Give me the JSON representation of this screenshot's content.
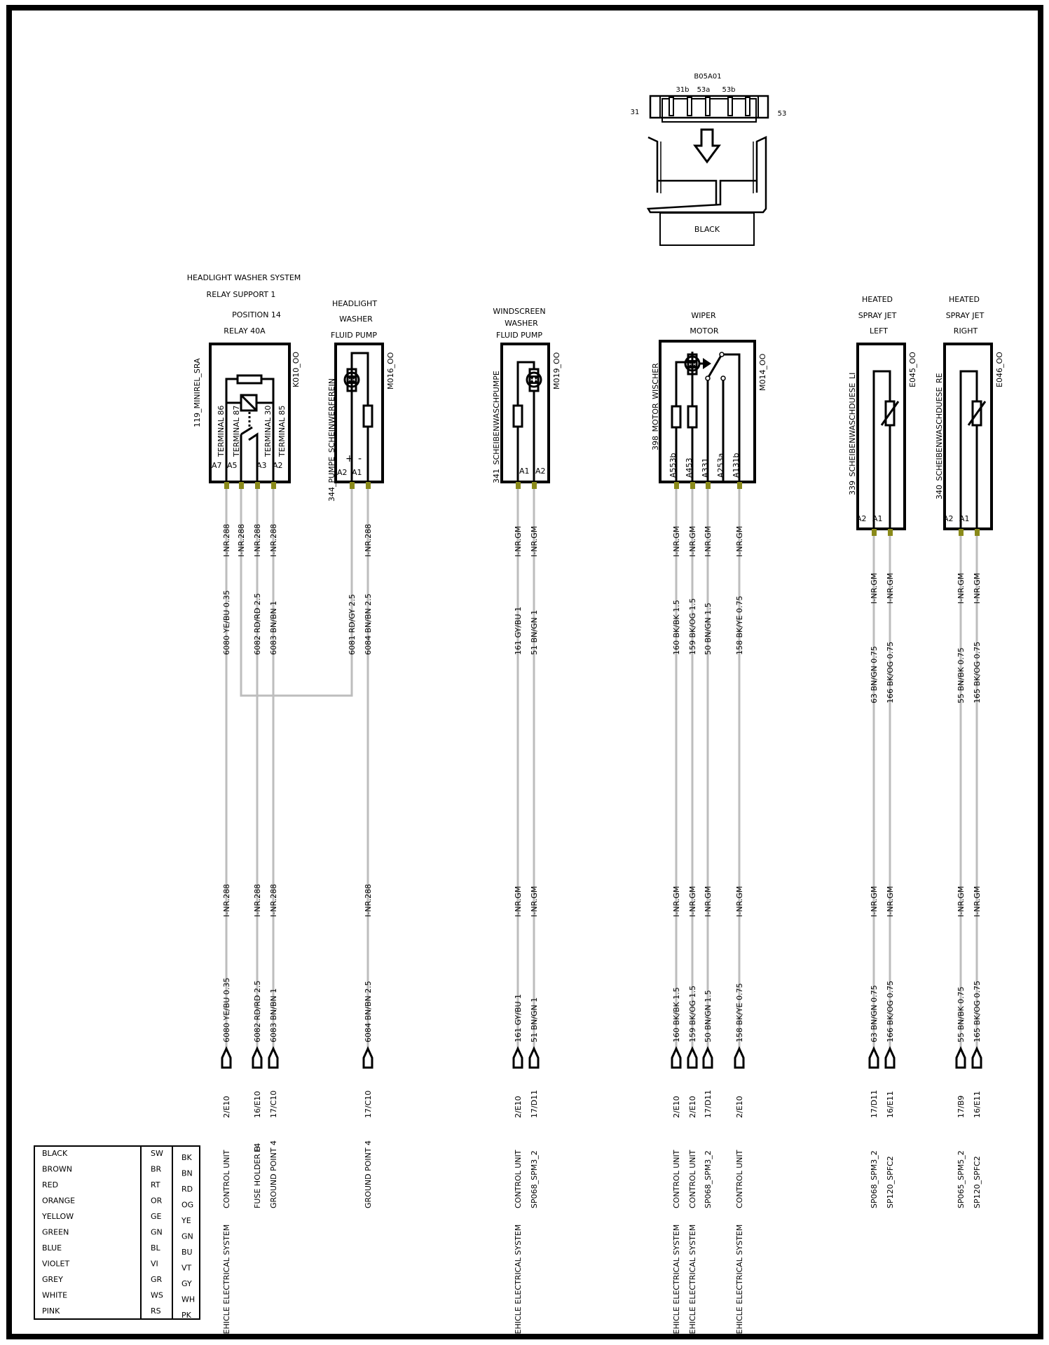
{
  "connector": {
    "id": "B05A01",
    "pins": [
      "31b",
      "53a",
      "53b"
    ],
    "side_left": "31",
    "side_right": "53",
    "color": "BLACK"
  },
  "headers": {
    "relay": [
      "HEADLIGHT WASHER SYSTEM",
      "RELAY SUPPORT 1",
      "POSITION 14",
      "RELAY 40A"
    ],
    "hl_pump": [
      "HEADLIGHT",
      "WASHER",
      "FLUID PUMP"
    ],
    "ws_pump": [
      "WINDSCREEN",
      "WASHER",
      "FLUID PUMP"
    ],
    "wiper": [
      "WIPER",
      "MOTOR"
    ],
    "jet_left": [
      "HEATED",
      "SPRAY JET",
      "LEFT"
    ],
    "jet_right": [
      "HEATED",
      "SPRAY JET",
      "RIGHT"
    ]
  },
  "components": {
    "relay": {
      "name": "119_MINIREL_SRA",
      "code": "K010_OO",
      "terminals": [
        "TERMINAL 86",
        "TERMINAL 87",
        "TERMINAL 30",
        "TERMINAL 85"
      ],
      "pins": [
        "A7",
        "A5",
        "A3",
        "A2"
      ]
    },
    "hl_pump": {
      "name": "344_PUMPE_SCHEINWERFEREIN",
      "code": "M016_OO",
      "pins": [
        "A2",
        "A1"
      ],
      "plus": "+",
      "minus": "-"
    },
    "ws_pump": {
      "name": "341_SCHEIBENWASCHPUMPE",
      "code": "M019_OO",
      "pins": [
        "A1",
        "A2"
      ]
    },
    "wiper": {
      "name": "398_MOTOR_WISCHER",
      "code": "M014_OO",
      "pins": [
        "A553b",
        "A453",
        "A331",
        "A253a",
        "A131b"
      ]
    },
    "jet_left": {
      "name": "339_SCHEIBENWASCHDUESE_LI",
      "code": "E045_OO",
      "pins": [
        "A2",
        "A1"
      ]
    },
    "jet_right": {
      "name": "340_SCHEIBENWASCHDUESE_RE",
      "code": "E046_OO",
      "pins": [
        "A2",
        "A1"
      ]
    }
  },
  "wires": [
    {
      "tag": "I-NR.288",
      "wire": "6080 YE/BU 0.35",
      "tag2": "I-NR.288",
      "wire2": "6080 YE/BU 0.35",
      "loc": "2/E10",
      "dest": "CONTROL UNIT",
      "dest2": "VEHICLE ELECTRICAL SYSTEM"
    },
    {
      "tag": "I-NR.288"
    },
    {
      "tag": "I-NR.288",
      "wire": "6082 RD/RD 2.5",
      "tag2": "I-NR.288",
      "wire2": "6082 RD/RD 2.5",
      "loc": "16/E10",
      "dest": "FUSE HOLDER B",
      "extra": "F4"
    },
    {
      "tag": "I-NR.288",
      "wire": "6083 BN/BN 1",
      "tag2": "I-NR.288",
      "wire2": "6083 BN/BN 1",
      "loc": "17/C10",
      "dest": "GROUND POINT 4"
    },
    {
      "wire": "6081 RD/GY 2.5"
    },
    {
      "tag": "I-NR.288",
      "wire": "6084 BN/BN 2.5",
      "tag2": "I-NR.288",
      "wire2": "6084 BN/BN 2.5",
      "loc": "17/C10",
      "dest": "GROUND POINT 4"
    },
    {
      "tag": "I-NR.GM",
      "wire": "161 GY/BU 1",
      "tag2": "I-NR.GM",
      "wire2": "161 GY/BU 1",
      "loc": "2/E10",
      "dest": "CONTROL UNIT",
      "dest2": "VEHICLE ELECTRICAL SYSTEM"
    },
    {
      "tag": "I-NR.GM",
      "wire": "51 BN/GN 1",
      "tag2": "I-NR.GM",
      "wire2": "51 BN/GN 1",
      "loc": "17/D11",
      "dest": "SP068_SPM3_2"
    },
    {
      "tag": "I-NR.GM",
      "wire": "160 BK/BK 1.5",
      "tag2": "I-NR.GM",
      "wire2": "160 BK/BK 1.5",
      "loc": "2/E10",
      "dest": "CONTROL UNIT",
      "dest2": "VEHICLE ELECTRICAL SYSTEM"
    },
    {
      "tag": "I-NR.GM",
      "wire": "159 BK/OG 1.5",
      "tag2": "I-NR.GM",
      "wire2": "159 BK/OG 1.5",
      "loc": "2/E10",
      "dest": "CONTROL UNIT",
      "dest2": "VEHICLE ELECTRICAL SYSTEM"
    },
    {
      "tag": "I-NR.GM",
      "wire": "50 BN/GN 1.5",
      "tag2": "I-NR.GM",
      "wire2": "50 BN/GN 1.5",
      "loc": "17/D11",
      "dest": "SP068_SPM3_2"
    },
    {
      "tag": "I-NR.GM",
      "wire": "158 BK/YE 0.75",
      "tag2": "I-NR.GM",
      "wire2": "158 BK/YE 0.75",
      "loc": "2/E10",
      "dest": "CONTROL UNIT",
      "dest2": "VEHICLE ELECTRICAL SYSTEM"
    },
    {
      "tag": "I-NR.GM",
      "wire": "63 BN/GN 0.75",
      "tag2": "I-NR.GM",
      "wire2": "63 BN/GN 0.75",
      "loc": "17/D11",
      "dest": "SP068_SPM3_2"
    },
    {
      "tag": "I-NR.GM",
      "wire": "166 BK/OG 0.75",
      "tag2": "I-NR.GM",
      "wire2": "166 BK/OG 0.75",
      "loc": "16/E11",
      "dest": "SP120_SPFC2"
    },
    {
      "tag": "I-NR.GM",
      "wire": "55 BN/BK 0.75",
      "tag2": "I-NR.GM",
      "wire2": "55 BN/BK 0.75",
      "loc": "17/B9",
      "dest": "SP065_SPM5_2"
    },
    {
      "tag": "I-NR.GM",
      "wire": "165 BK/OG 0.75",
      "tag2": "I-NR.GM",
      "wire2": "165 BK/OG 0.75",
      "loc": "16/E11",
      "dest": "SP120_SPFC2"
    }
  ],
  "legend": {
    "colors": [
      "BLACK",
      "BROWN",
      "RED",
      "ORANGE",
      "YELLOW",
      "GREEN",
      "BLUE",
      "VIOLET",
      "GREY",
      "WHITE",
      "PINK"
    ],
    "german": [
      "SW",
      "BR",
      "RT",
      "OR",
      "GE",
      "GN",
      "BL",
      "VI",
      "GR",
      "WS",
      "RS"
    ],
    "english": [
      "BK",
      "BN",
      "RD",
      "OG",
      "YE",
      "GN",
      "BU",
      "VT",
      "GY",
      "WH",
      "PK"
    ]
  },
  "palette": {
    "wire": "#bdbdbd",
    "pin": "#8a8a1a",
    "line": "#000000"
  }
}
